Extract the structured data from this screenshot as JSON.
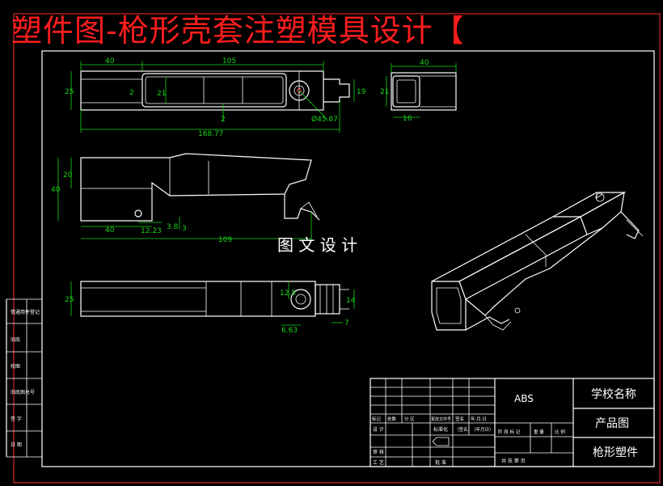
{
  "title": "塑件图-枪形壳套注塑模具设计【",
  "watermark": "图 文 设 计",
  "side_labels": [
    "借通用件登记",
    "旧底",
    "校图",
    "旧底图总号",
    "签 字",
    "日 期"
  ],
  "dims": {
    "top_40": "40",
    "top_105": "105",
    "top_25": "25",
    "top_21": "21",
    "top_2a": "2",
    "top_2b": "2",
    "top_19": "19",
    "top_4587": "Ø45.87",
    "top_16877": "168.77",
    "tr_40": "40",
    "tr_21": "21",
    "tr_16": "16",
    "mid_40": "40",
    "mid_20": "20",
    "mid_40b": "40",
    "mid_1223": "12.23",
    "mid_38": "3.8",
    "mid_3": "3",
    "mid_109": "109",
    "bot_25": "25",
    "bot_125": "12.5",
    "bot_663": "6.63",
    "bot_14": "14",
    "bot_7": "7"
  },
  "title_block": {
    "material": "ABS",
    "school": "学校名称",
    "drawing_type": "产品图",
    "part_name": "枪形塑件",
    "header_cells": [
      "标记",
      "处数",
      "分 区",
      "更改文件号",
      "签名",
      "年.月.日"
    ],
    "row_design": "设 计",
    "row_std": "标准化",
    "row_sign": "（签名）",
    "row_date": "（年月日）",
    "stage_cells": [
      "阶 段 标 记",
      "重 量",
      "比 例"
    ],
    "row_review": "审 核",
    "row_process": "工 艺",
    "row_approve": "批 准",
    "sheets": "共   张   第   页"
  }
}
